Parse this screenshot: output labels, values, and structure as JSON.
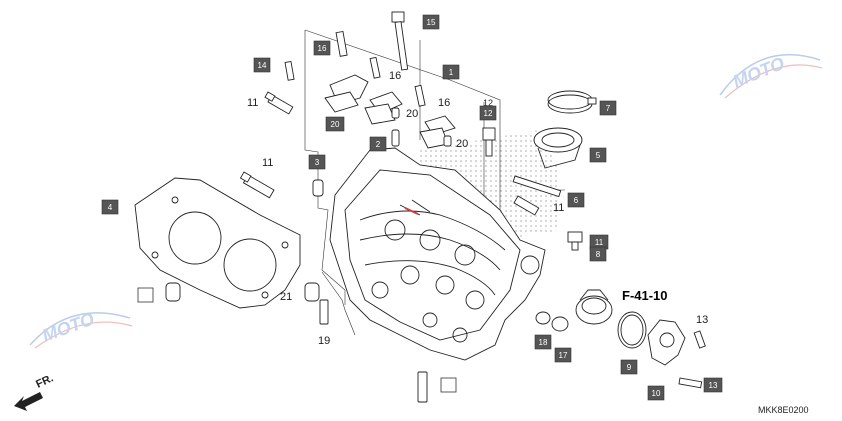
{
  "diagram": {
    "reference_label": "F-41-10",
    "code_label": "MKK8E0200",
    "direction_label": "FR.",
    "watermark": "MOTO",
    "callouts": [
      {
        "id": "c15",
        "text": "15",
        "boxed": true
      },
      {
        "id": "c16a",
        "text": "16",
        "boxed": true
      },
      {
        "id": "c16b",
        "text": "16",
        "boxed": false
      },
      {
        "id": "c16c",
        "text": "16",
        "boxed": false
      },
      {
        "id": "c1",
        "text": "1",
        "boxed": true
      },
      {
        "id": "c14",
        "text": "14",
        "boxed": true
      },
      {
        "id": "c11a",
        "text": "11",
        "boxed": false
      },
      {
        "id": "c20a",
        "text": "20",
        "boxed": false
      },
      {
        "id": "c20b",
        "text": "20",
        "boxed": true
      },
      {
        "id": "c2",
        "text": "2",
        "boxed": true
      },
      {
        "id": "c20c",
        "text": "20",
        "boxed": false
      },
      {
        "id": "c12a",
        "text": "12",
        "boxed": false
      },
      {
        "id": "c12b",
        "text": "12",
        "boxed": true
      },
      {
        "id": "c7",
        "text": "7",
        "boxed": true
      },
      {
        "id": "c5",
        "text": "5",
        "boxed": true
      },
      {
        "id": "c11b",
        "text": "11",
        "boxed": false
      },
      {
        "id": "c3",
        "text": "3",
        "boxed": true
      },
      {
        "id": "c4",
        "text": "4",
        "boxed": true
      },
      {
        "id": "c6",
        "text": "6",
        "boxed": true
      },
      {
        "id": "c11c",
        "text": "11",
        "boxed": false
      },
      {
        "id": "c11d",
        "text": "11",
        "boxed": true
      },
      {
        "id": "c8",
        "text": "8",
        "boxed": true
      },
      {
        "id": "c21",
        "text": "21",
        "boxed": false
      },
      {
        "id": "c19",
        "text": "19",
        "boxed": false
      },
      {
        "id": "c13a",
        "text": "13",
        "boxed": false
      },
      {
        "id": "c18",
        "text": "18",
        "boxed": true
      },
      {
        "id": "c17",
        "text": "17",
        "boxed": true
      },
      {
        "id": "c9",
        "text": "9",
        "boxed": true
      },
      {
        "id": "c10",
        "text": "10",
        "boxed": true
      },
      {
        "id": "c13b",
        "text": "13",
        "boxed": true
      }
    ]
  }
}
